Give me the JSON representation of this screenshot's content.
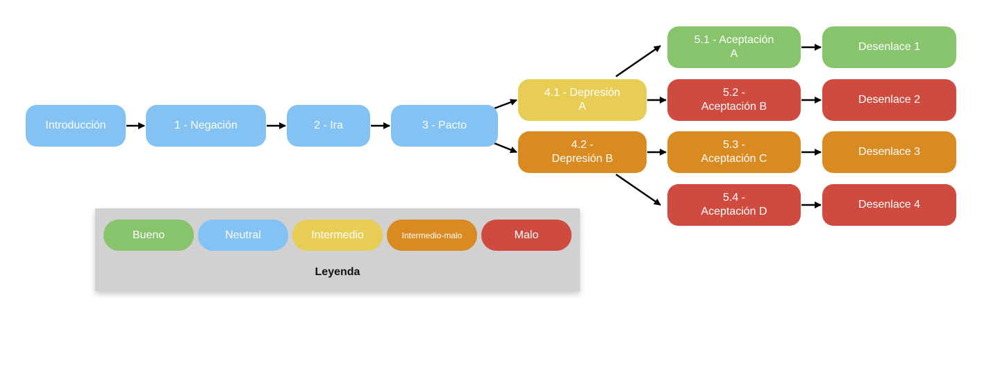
{
  "colors": {
    "bueno": "#87c46c",
    "neutral": "#83c2f2",
    "intermedio": "#e8cd54",
    "intermedio_malo": "#d98b22",
    "malo": "#cf4b3f",
    "edge": "#000000"
  },
  "nodes": {
    "intro": {
      "label": "Introducción",
      "category": "neutral"
    },
    "negacion": {
      "label": "1 - Negación",
      "category": "neutral"
    },
    "ira": {
      "label": "2 - Ira",
      "category": "neutral"
    },
    "pacto": {
      "label": "3 - Pacto",
      "category": "neutral"
    },
    "depresion_a": {
      "line1": "4.1 - Depresión",
      "line2": "A",
      "category": "intermedio"
    },
    "depresion_b": {
      "line1": "4.2 -",
      "line2": "Depresión B",
      "category": "intermedio_malo"
    },
    "aceptacion_a": {
      "line1": "5.1 - Aceptación",
      "line2": "A",
      "category": "bueno"
    },
    "aceptacion_b": {
      "line1": "5.2 -",
      "line2": "Aceptación B",
      "category": "malo"
    },
    "aceptacion_c": {
      "line1": "5.3 -",
      "line2": "Aceptación C",
      "category": "intermedio_malo"
    },
    "aceptacion_d": {
      "line1": "5.4 -",
      "line2": "Aceptación D",
      "category": "malo"
    },
    "desenlace_1": {
      "label": "Desenlace 1",
      "category": "bueno"
    },
    "desenlace_2": {
      "label": "Desenlace 2",
      "category": "malo"
    },
    "desenlace_3": {
      "label": "Desenlace 3",
      "category": "intermedio_malo"
    },
    "desenlace_4": {
      "label": "Desenlace 4",
      "category": "malo"
    }
  },
  "edges": [
    [
      "intro",
      "negacion"
    ],
    [
      "negacion",
      "ira"
    ],
    [
      "ira",
      "pacto"
    ],
    [
      "pacto",
      "depresion_a"
    ],
    [
      "pacto",
      "depresion_b"
    ],
    [
      "depresion_a",
      "aceptacion_a"
    ],
    [
      "depresion_a",
      "aceptacion_b"
    ],
    [
      "depresion_b",
      "aceptacion_c"
    ],
    [
      "depresion_b",
      "aceptacion_d"
    ],
    [
      "aceptacion_a",
      "desenlace_1"
    ],
    [
      "aceptacion_b",
      "desenlace_2"
    ],
    [
      "aceptacion_c",
      "desenlace_3"
    ],
    [
      "aceptacion_d",
      "desenlace_4"
    ]
  ],
  "legend": {
    "title": "Leyenda",
    "items": [
      {
        "label": "Bueno",
        "category": "bueno"
      },
      {
        "label": "Neutral",
        "category": "neutral"
      },
      {
        "label": "Intermedio",
        "category": "intermedio"
      },
      {
        "label": "Intermedio-malo",
        "category": "intermedio_malo"
      },
      {
        "label": "Malo",
        "category": "malo"
      }
    ]
  }
}
